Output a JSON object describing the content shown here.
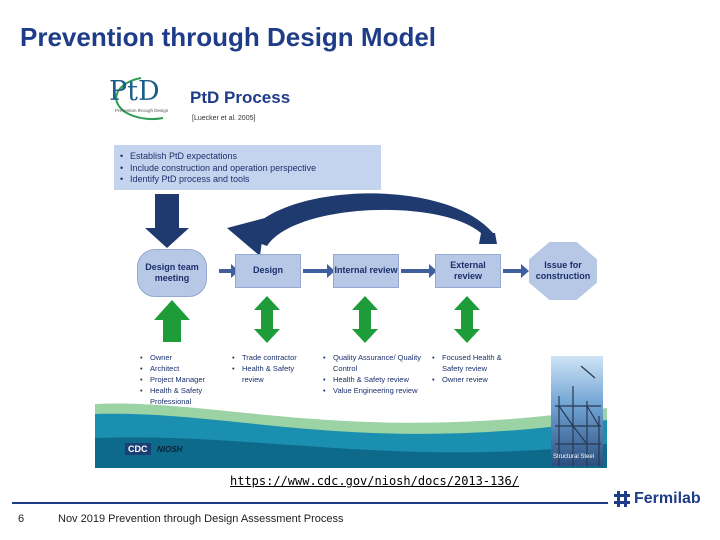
{
  "slide": {
    "title": "Prevention through Design Model",
    "page_number": "6",
    "footer_text": "Nov 2019   Prevention through Design Assessment Process",
    "link_text": "https://www.cdc.gov/niosh/docs/2013-136/",
    "org_name": "Fermilab"
  },
  "diagram": {
    "logo_text": "PtD",
    "logo_caption": "Prevention through Design",
    "heading": "PtD Process",
    "citation": "[Luecker et al. 2005]",
    "top_bullets": [
      "Establish PtD expectations",
      "Include construction and operation perspective",
      "Identify PtD process and tools"
    ],
    "stages": [
      {
        "label": "Design team meeting"
      },
      {
        "label": "Design"
      },
      {
        "label": "Internal review"
      },
      {
        "label": "External review"
      },
      {
        "label": "Issue for construction"
      }
    ],
    "stakeholders": [
      [
        "Owner",
        "Architect",
        "Project Manager",
        "Health & Safety Professional"
      ],
      [
        "Trade contractor",
        "Health & Safety review"
      ],
      [
        "Quality Assurance/ Quality Control",
        "Health & Safety review",
        "Value Engineering review"
      ],
      [
        "Focused Health & Safety review",
        "Owner review"
      ]
    ],
    "agency_logos": [
      "CDC",
      "NIOSH"
    ],
    "photo_caption": "Structural Steel"
  },
  "colors": {
    "title": "#1f3c88",
    "box_fill": "#b7c8e6",
    "arrow_navy": "#1f3a6e",
    "arrow_green": "#1f9c3a",
    "footer_line": "#1f3c88"
  }
}
